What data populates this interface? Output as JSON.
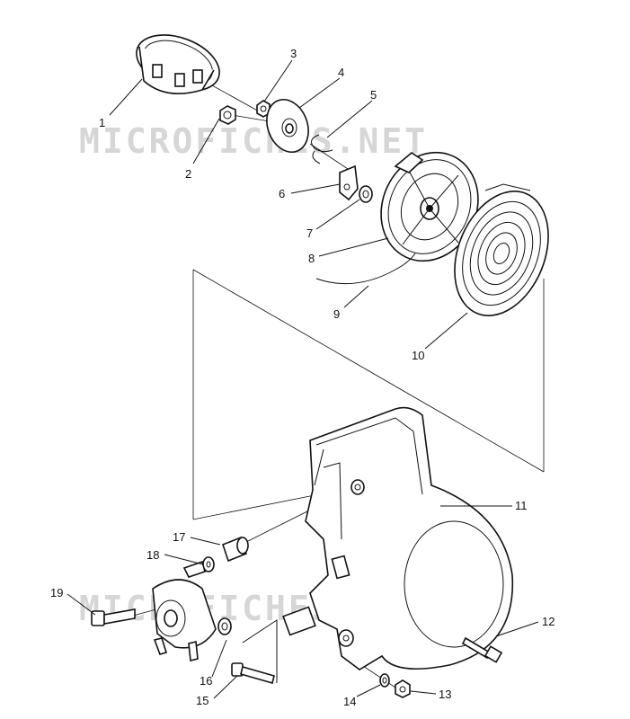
{
  "watermark": {
    "top": "MICROFICHES.NET",
    "bottom": "MICROFICHES.NET"
  },
  "callouts": [
    "1",
    "2",
    "3",
    "4",
    "5",
    "6",
    "7",
    "8",
    "9",
    "10",
    "11",
    "12",
    "13",
    "14",
    "15",
    "16",
    "17",
    "18",
    "19"
  ]
}
